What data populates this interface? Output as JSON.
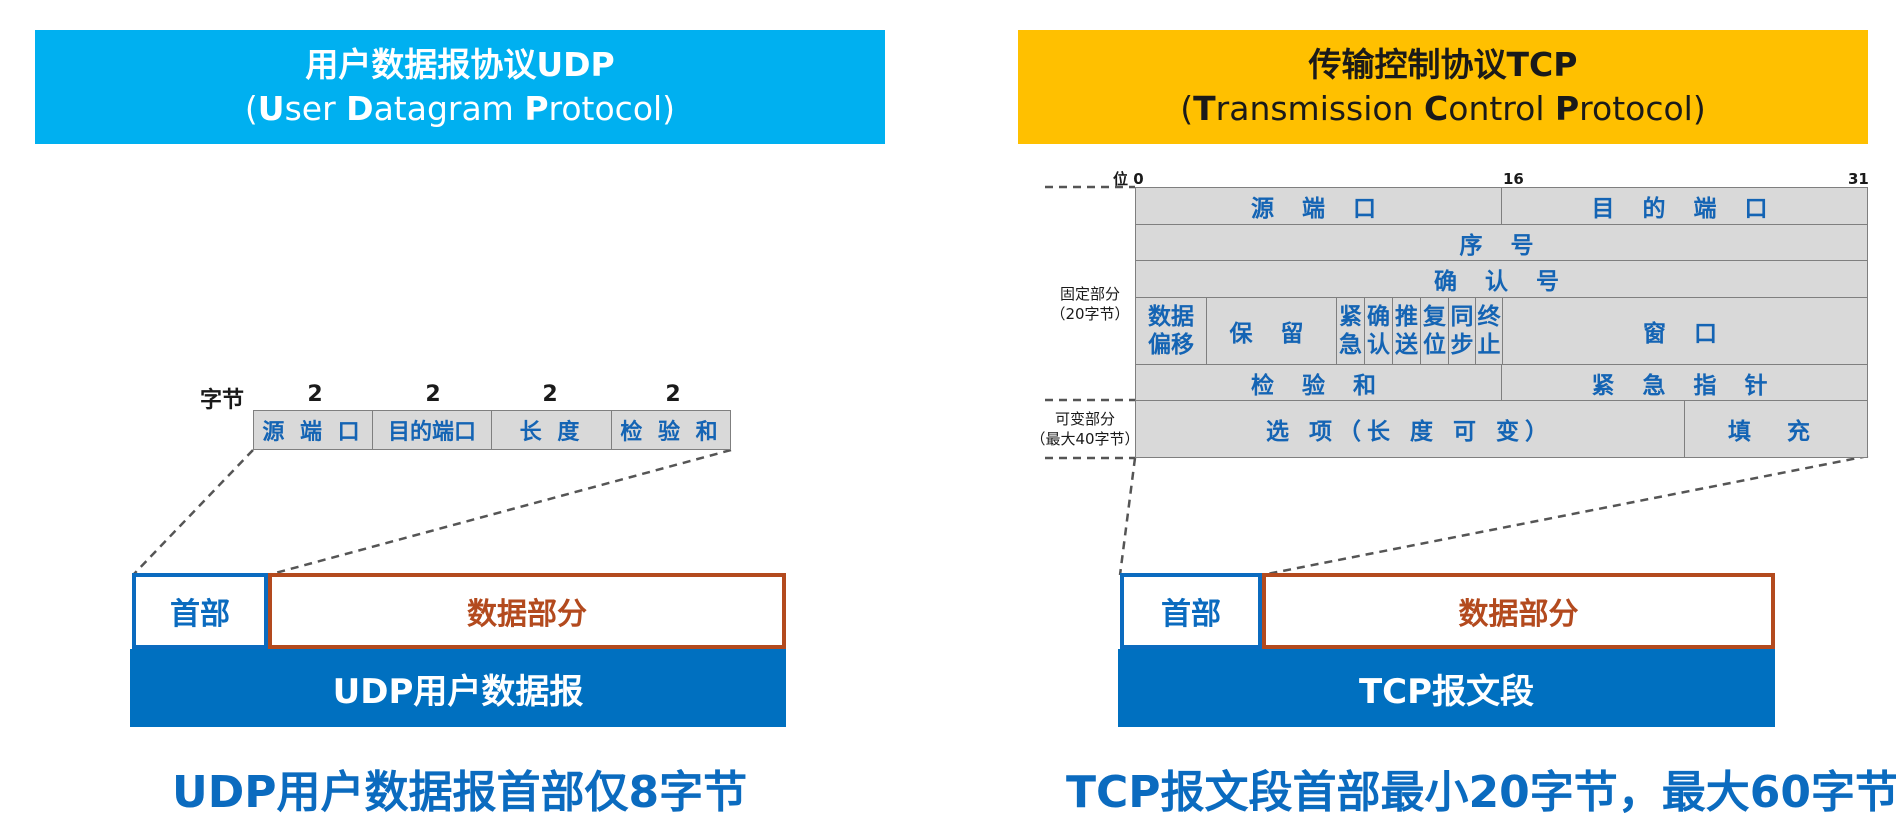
{
  "udp": {
    "banner_title": "用户数据报协议UDP",
    "banner_open": "(",
    "banner_u": "U",
    "banner_ser": "ser ",
    "banner_d": "D",
    "banner_atagram": "atagram ",
    "banner_p": "P",
    "banner_rotocol": "rotocol)",
    "byte_label": "字节",
    "bytes": [
      "2",
      "2",
      "2",
      "2"
    ],
    "fields": [
      "源 端 口",
      "目的端口",
      "长 度",
      "检 验 和"
    ],
    "header_label": "首部",
    "data_label": "数据部分",
    "bar_label": "UDP用户数据报",
    "caption": "UDP用户数据报首部仅8字节"
  },
  "tcp": {
    "banner_title": "传输控制协议TCP",
    "banner_open": "(",
    "banner_t": "T",
    "banner_ransmission": "ransmission ",
    "banner_c": "C",
    "banner_ontrol": "ontrol ",
    "banner_p": "P",
    "banner_rotocol": "rotocol)",
    "bit_label": "位",
    "bit_0": "0",
    "bit_16": "16",
    "bit_31": "31",
    "fixed_label_1": "固定部分",
    "fixed_label_2": "（20字节）",
    "variable_label_1": "可变部分",
    "variable_label_2": "（最大40字节）",
    "src_port": "源 端 口",
    "dst_port": "目 的 端 口",
    "seq": "序 号",
    "ack": "确 认 号",
    "offset_1": "数据",
    "offset_2": "偏移",
    "reserved": "保 留",
    "flags": [
      [
        "紧",
        "急"
      ],
      [
        "确",
        "认"
      ],
      [
        "推",
        "送"
      ],
      [
        "复",
        "位"
      ],
      [
        "同",
        "步"
      ],
      [
        "终",
        "止"
      ]
    ],
    "window": "窗 口",
    "checksum": "检 验 和",
    "urgent_ptr": "紧 急 指 针",
    "options": "选 项（长 度 可 变）",
    "padding": "填 充",
    "header_label": "首部",
    "data_label": "数据部分",
    "bar_label": "TCP报文段",
    "caption": "TCP报文段首部最小20字节，最大60字节"
  },
  "colors": {
    "udp_banner": "#00b0f0",
    "tcp_banner": "#ffc000",
    "header_blue": "#0b6bbf",
    "data_brown": "#b34a1e",
    "bar_blue": "#0070c0",
    "cell_gray": "#d9d9d9"
  }
}
